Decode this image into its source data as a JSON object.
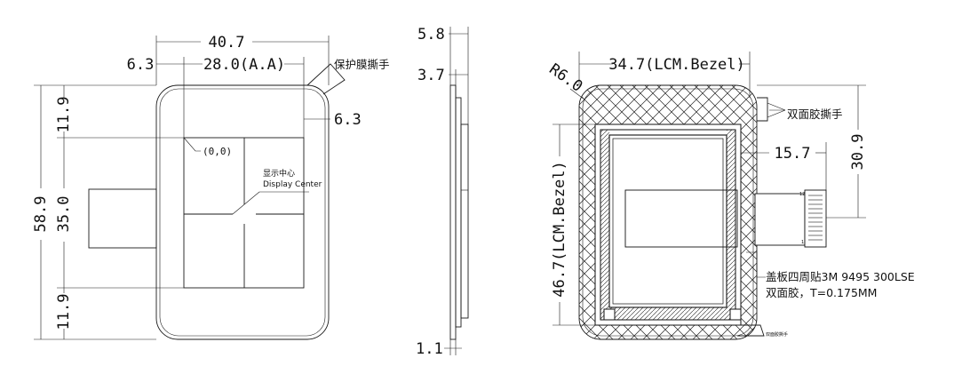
{
  "front_view": {
    "dims": {
      "overall_width": "40.7",
      "left_offset": "6.3",
      "aa_width": "28.0(A.A)",
      "right_offset": "6.3",
      "overall_height": "58.9",
      "top_offset": "11.9",
      "aa_height": "35.0",
      "bottom_offset": "11.9"
    },
    "labels": {
      "origin": "(0,0)",
      "peel_tab": "保护膜撕手",
      "center_cn": "显示中心",
      "center_en": "Display Center"
    }
  },
  "side_view": {
    "dims": {
      "total": "5.8",
      "module": "3.7",
      "cover": "1.1"
    }
  },
  "back_view": {
    "dims": {
      "corner_radius": "R6.0",
      "bezel_width": "34.7(LCM.Bezel)",
      "bezel_height": "46.7(LCM.Bezel)",
      "fpc_offset": "15.7",
      "fpc_height": "30.9"
    },
    "labels": {
      "tape_tab": "双面胶撕手",
      "tape_spec_1": "盖板四周贴3M 9495 300LSE",
      "tape_spec_2": "双面胶，T=0.175MM",
      "tape_tab_small": "双面胶撕手",
      "pin_first": "1",
      "pin_last": "12"
    }
  }
}
